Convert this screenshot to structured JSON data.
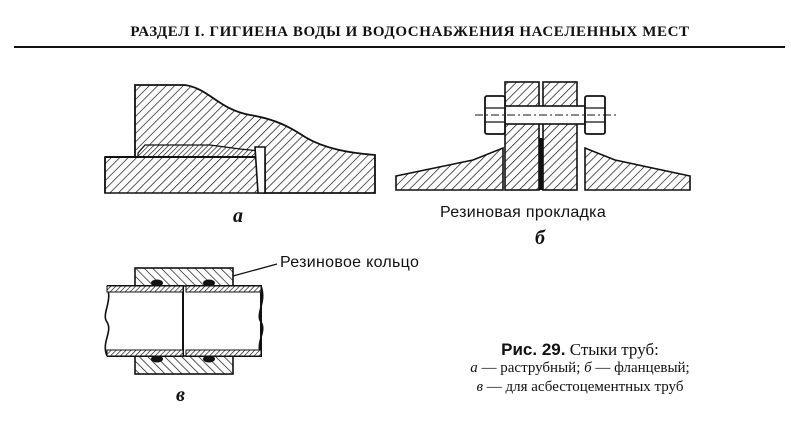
{
  "header": {
    "title": "РАЗДЕЛ I. ГИГИЕНА ВОДЫ И ВОДОСНАБЖЕНИЯ НАСЕЛЕННЫХ МЕСТ"
  },
  "figures": {
    "a": {
      "letter": "а"
    },
    "b": {
      "letter": "б",
      "callout": "Резиновая прокладка"
    },
    "v": {
      "letter": "в",
      "callout": "Резиновое кольцо"
    }
  },
  "caption": {
    "fig_label": "Рис. 29.",
    "fig_title": "Стыки труб:",
    "line1_letter": "а",
    "line1_text": "— раструбный;",
    "line1b_letter": "б",
    "line1b_text": "— фланцевый;",
    "line2_letter": "в",
    "line2_text": "— для асбестоцементных труб"
  }
}
